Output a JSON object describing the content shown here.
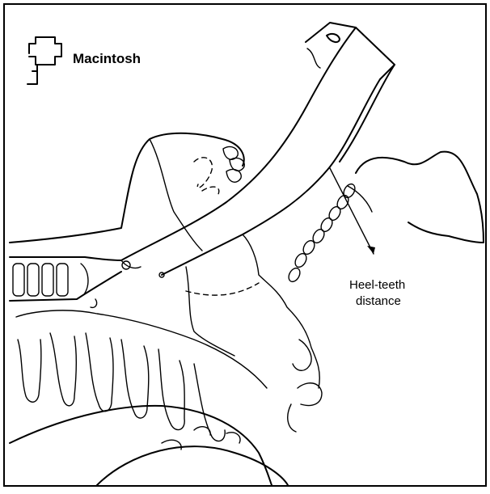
{
  "figure": {
    "legend_label": "Macintosh",
    "annotation": {
      "line1": "Heel-teeth",
      "line2": "distance"
    }
  },
  "colors": {
    "ink": "#000000",
    "background": "#ffffff",
    "frame": "#000000"
  },
  "icons": {
    "legend_symbol": "laryngoscope-blade-icon"
  }
}
